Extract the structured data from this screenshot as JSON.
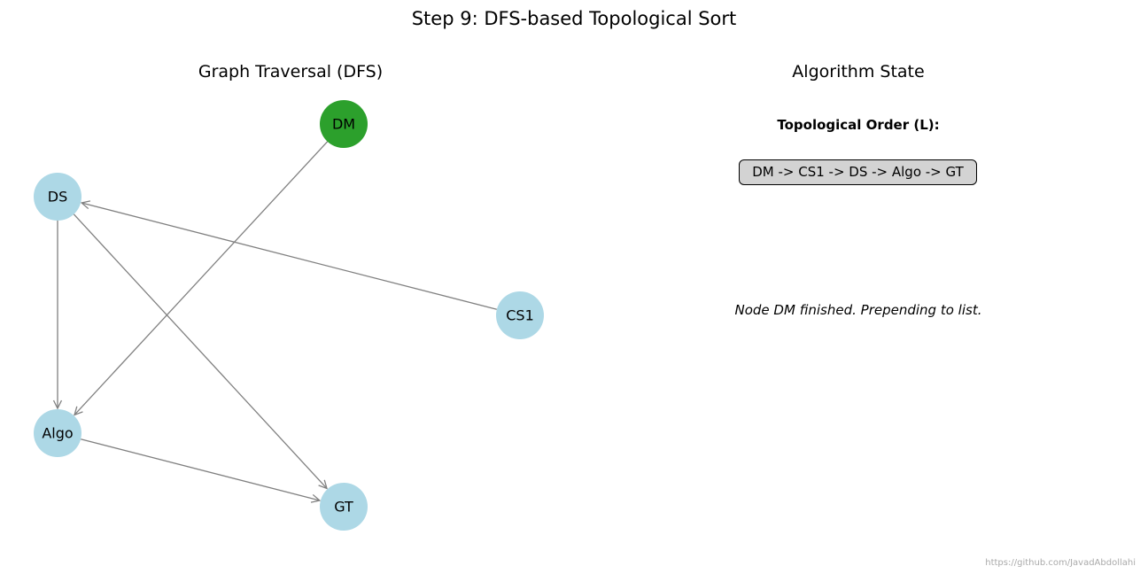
{
  "title": "Step 9: DFS-based Topological Sort",
  "graph_panel": {
    "title": "Graph Traversal (DFS)",
    "nodes": [
      {
        "id": "DM",
        "label": "DM",
        "state": "finished"
      },
      {
        "id": "DS",
        "label": "DS",
        "state": "unvisited"
      },
      {
        "id": "CS1",
        "label": "CS1",
        "state": "unvisited"
      },
      {
        "id": "Algo",
        "label": "Algo",
        "state": "unvisited"
      },
      {
        "id": "GT",
        "label": "GT",
        "state": "unvisited"
      }
    ],
    "edges": [
      {
        "from": "CS1",
        "to": "DS"
      },
      {
        "from": "DS",
        "to": "Algo"
      },
      {
        "from": "DS",
        "to": "GT"
      },
      {
        "from": "DM",
        "to": "Algo"
      },
      {
        "from": "Algo",
        "to": "GT"
      }
    ],
    "colors": {
      "finished": "#2ca02c",
      "unvisited": "#add8e6",
      "edge": "#808080"
    }
  },
  "state_panel": {
    "title": "Algorithm State",
    "order_label": "Topological Order (L):",
    "order_value": "DM -> CS1 -> DS -> Algo -> GT",
    "order_box_color": "#d3d3d3",
    "message": "Node DM finished. Prepending to list."
  },
  "watermark": "https://github.com/JavadAbdollahi"
}
